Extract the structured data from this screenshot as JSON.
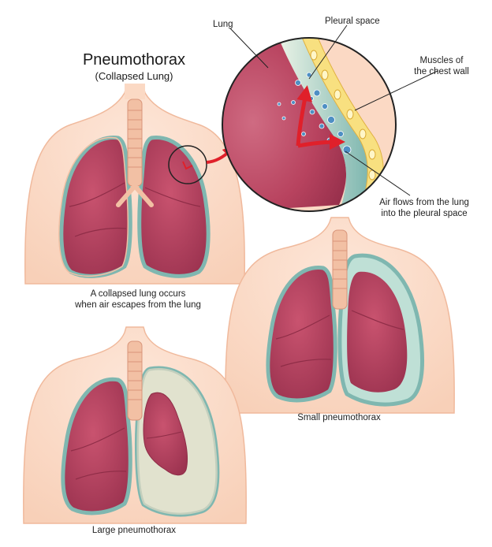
{
  "title": "Pneumothorax",
  "subtitle": "(Collapsed Lung)",
  "labels": {
    "lung": "Lung",
    "pleural_space": "Pleural space",
    "muscles": [
      "Muscles of",
      "the chest wall"
    ],
    "air_flows": [
      "Air flows from the lung",
      "into the pleural space"
    ],
    "collapsed_caption": [
      "A collapsed lung occurs",
      "when air escapes from the lung"
    ],
    "small": "Small pneumothorax",
    "large": "Large pneumothorax"
  },
  "colors": {
    "skin": "#fbd9c4",
    "skin_edge": "#f0b99c",
    "lung": "#b8435f",
    "lung_dark": "#8e2d47",
    "pleura": "#7fb7b0",
    "rib": "#f2c0a4",
    "arrow": "#e0202a",
    "bubble": "#4e8fc4"
  }
}
